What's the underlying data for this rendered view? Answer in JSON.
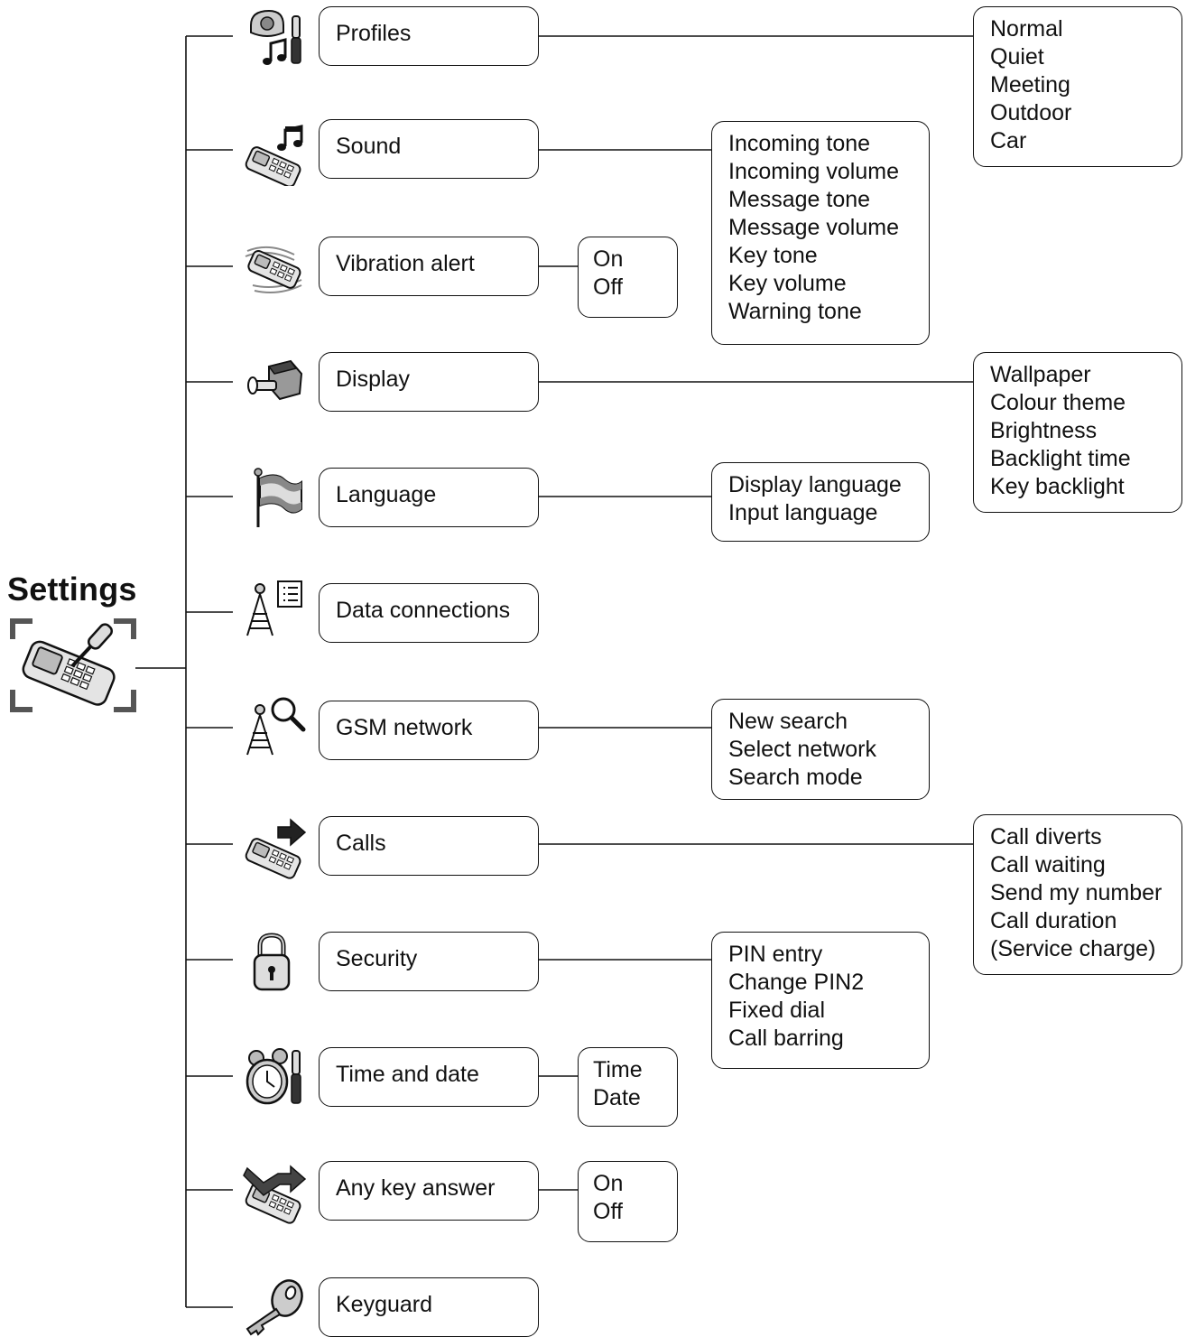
{
  "title": "Settings",
  "menu": [
    {
      "label": "Profiles",
      "icon": "profiles-icon",
      "options": [
        "Normal",
        "Quiet",
        "Meeting",
        "Outdoor",
        "Car"
      ]
    },
    {
      "label": "Sound",
      "icon": "sound-icon",
      "options": [
        "Incoming tone",
        "Incoming volume",
        "Message tone",
        "Message volume",
        "Key tone",
        "Key volume",
        "Warning tone"
      ]
    },
    {
      "label": "Vibration alert",
      "icon": "vibration-icon",
      "options": [
        "On",
        "Off"
      ]
    },
    {
      "label": "Display",
      "icon": "display-icon",
      "options": [
        "Wallpaper",
        "Colour theme",
        "Brightness",
        "Backlight time",
        "Key backlight"
      ]
    },
    {
      "label": "Language",
      "icon": "language-flag-icon",
      "options": [
        "Display language",
        "Input language"
      ]
    },
    {
      "label": "Data connections",
      "icon": "data-connections-icon",
      "options": []
    },
    {
      "label": "GSM network",
      "icon": "gsm-network-icon",
      "options": [
        "New search",
        "Select network",
        "Search mode"
      ]
    },
    {
      "label": "Calls",
      "icon": "calls-icon",
      "options": [
        "Call diverts",
        "Call waiting",
        "Send my number",
        "Call duration",
        "(Service charge)"
      ]
    },
    {
      "label": "Security",
      "icon": "padlock-icon",
      "options": [
        "PIN entry",
        "Change PIN2",
        "Fixed dial",
        "Call barring"
      ]
    },
    {
      "label": "Time and date",
      "icon": "alarm-clock-icon",
      "options": [
        "Time",
        "Date"
      ]
    },
    {
      "label": "Any key answer",
      "icon": "any-key-answer-icon",
      "options": [
        "On",
        "Off"
      ]
    },
    {
      "label": "Keyguard",
      "icon": "key-icon",
      "options": []
    }
  ]
}
